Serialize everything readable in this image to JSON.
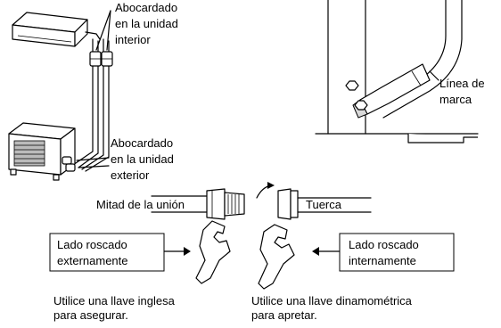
{
  "labels": {
    "indoor_flare_1": "Abocardado",
    "indoor_flare_2": "en la unidad",
    "indoor_flare_3": "interior",
    "outdoor_flare_1": "Abocardado",
    "outdoor_flare_2": "en la unidad",
    "outdoor_flare_3": "exterior",
    "mark_line_1": "Línea de",
    "mark_line_2": "marca",
    "union_half": "Mitad de la unión",
    "nut": "Tuerca",
    "external_thread_1": "Lado roscado",
    "external_thread_2": "externamente",
    "internal_thread_1": "Lado roscado",
    "internal_thread_2": "internamente",
    "wrench_note_1": "Utilice una llave inglesa",
    "wrench_note_2": "para asegurar.",
    "torque_note_1": "Utilice una llave dinamométrica",
    "torque_note_2": "para apretar."
  }
}
